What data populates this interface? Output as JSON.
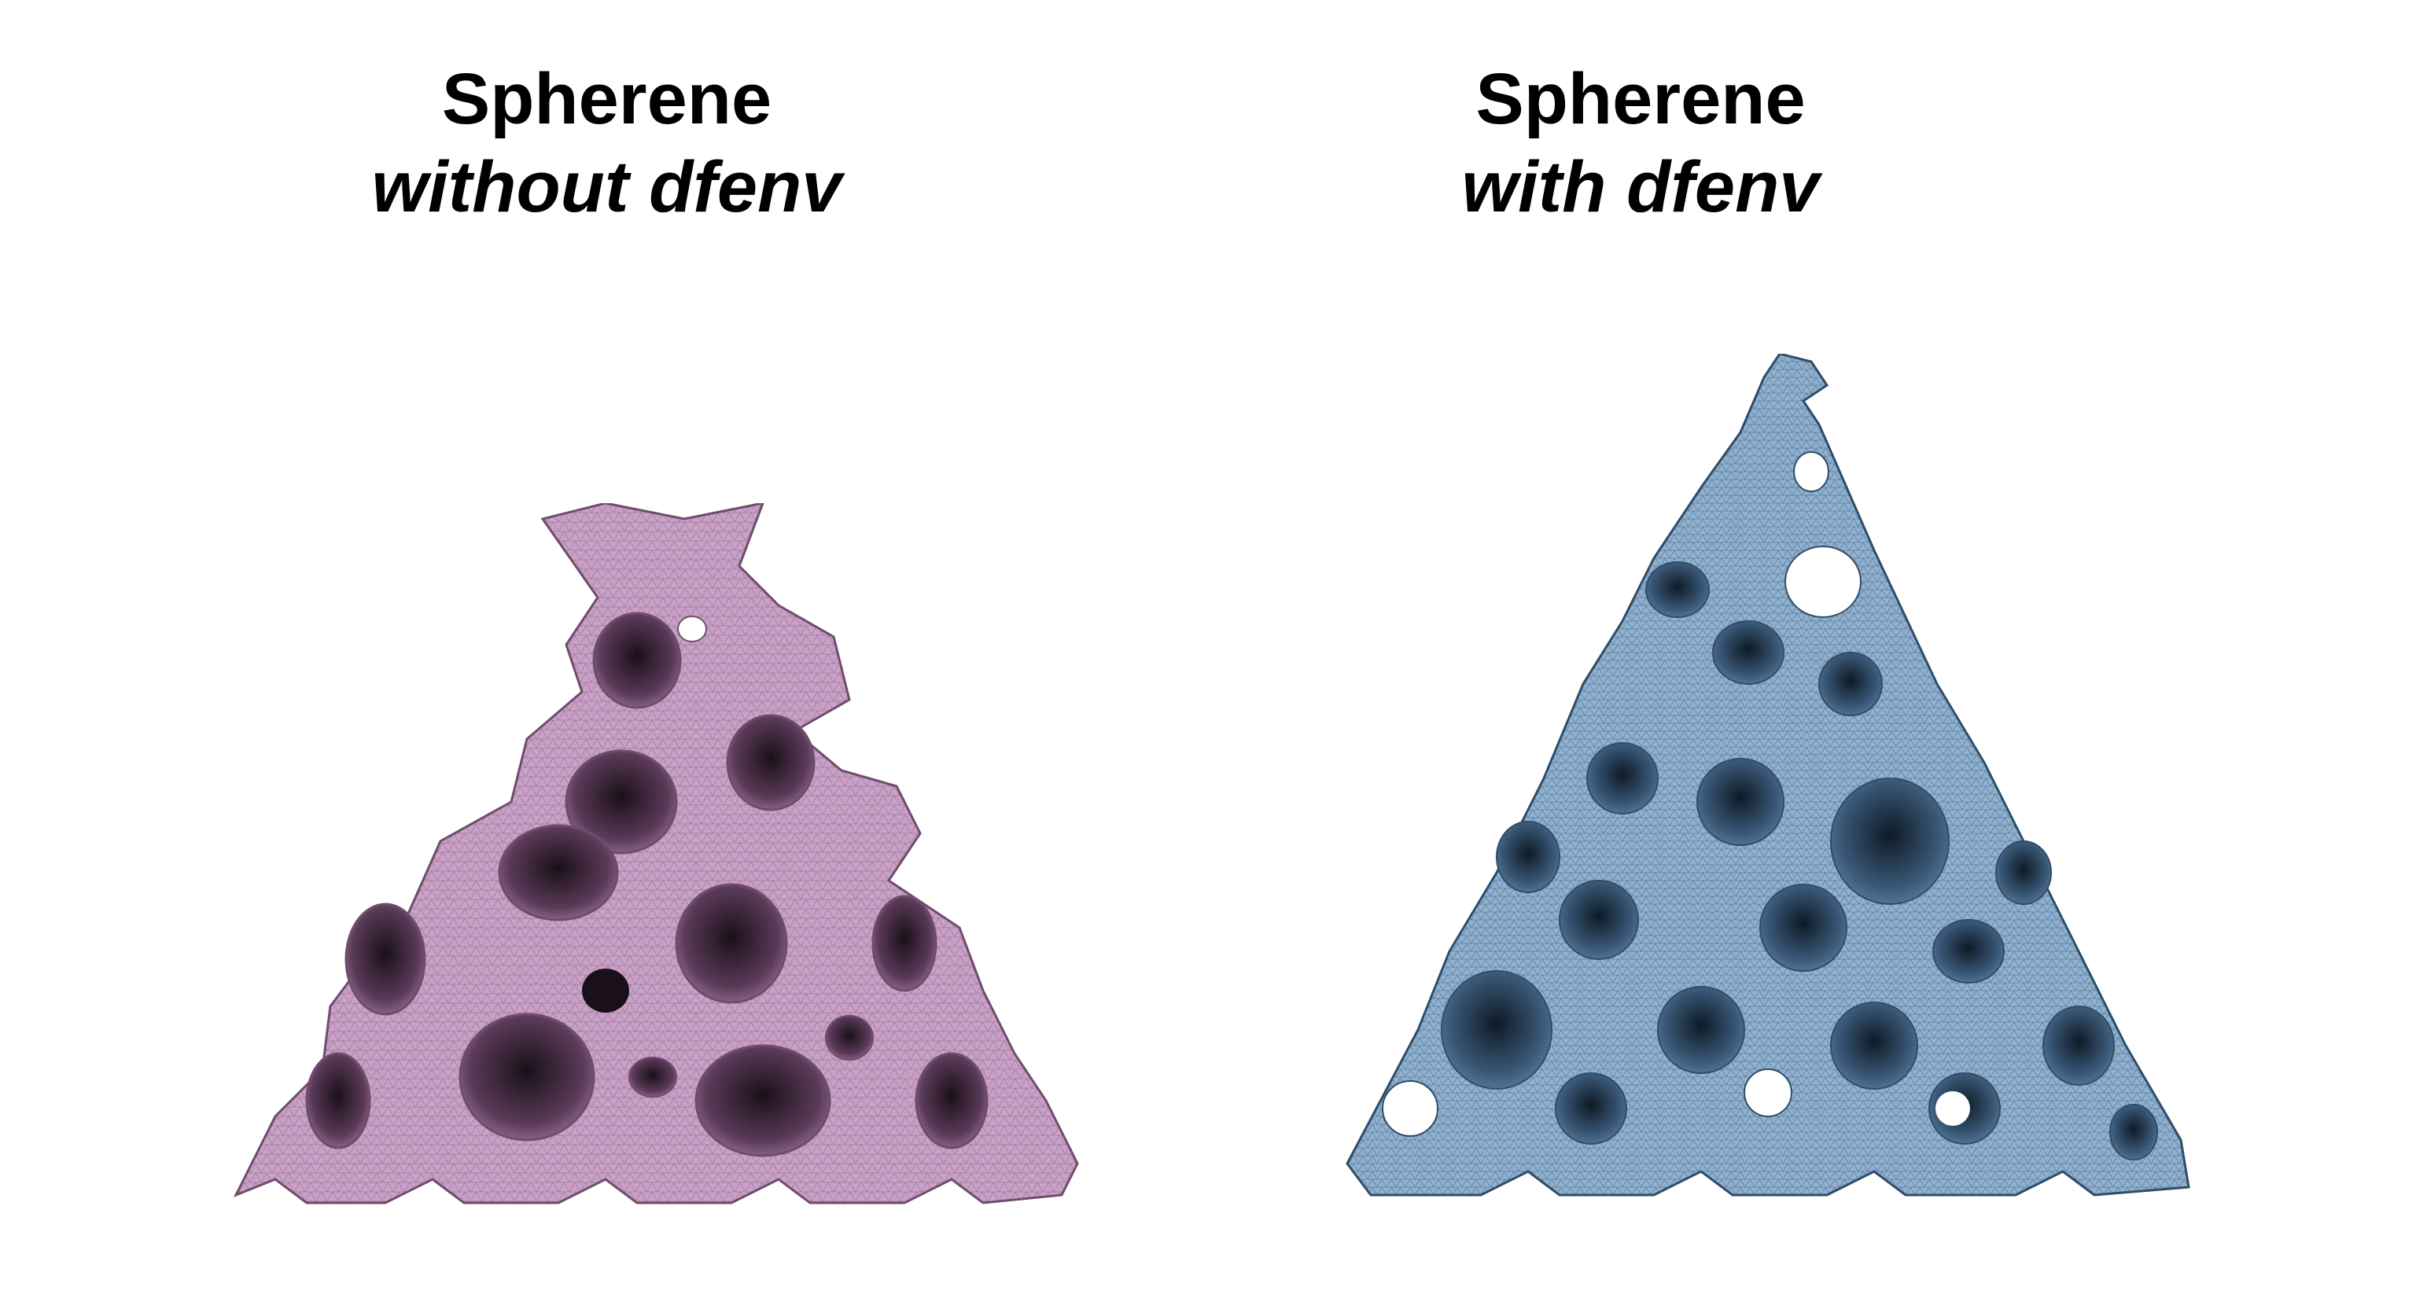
{
  "panels": [
    {
      "title": "Spherene",
      "subtitle": "without dfenv",
      "mesh_color": "#c9a0c6",
      "mesh_shade": "#9a6f98",
      "mesh_line": "#6e4d6c"
    },
    {
      "title": "Spherene",
      "subtitle": "with dfenv",
      "mesh_color": "#8fb0cf",
      "mesh_shade": "#5a7d9f",
      "mesh_line": "#2f4c68"
    }
  ]
}
